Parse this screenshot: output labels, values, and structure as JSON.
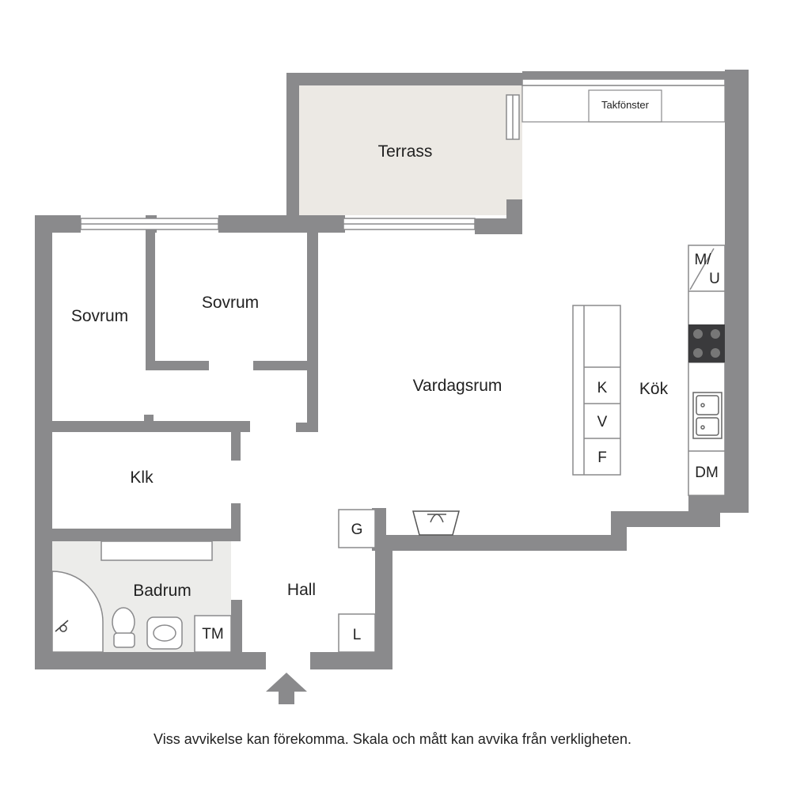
{
  "rooms": {
    "terrace": "Terrass",
    "skylight": "Takfönster",
    "bedroom_left": "Sovrum",
    "bedroom_right": "Sovrum",
    "living_room": "Vardagsrum",
    "kitchen": "Kök",
    "closet": "Klk",
    "bathroom": "Badrum",
    "hall": "Hall"
  },
  "fixtures": {
    "microwave_top": "M/",
    "microwave_bottom": "U",
    "fridge": "K",
    "freezer": "V",
    "freezer2": "F",
    "dishwasher": "DM",
    "washer": "TM",
    "wardrobe_g": "G",
    "wardrobe_l": "L"
  },
  "colors": {
    "wall": "#8a8a8c",
    "terrace_floor": "#ece9e4",
    "bath_floor": "#ececea",
    "entry_arrow": "#8a8a8c"
  },
  "disclaimer": "Viss avvikelse kan förekomma. Skala och mått kan avvika från verkligheten."
}
